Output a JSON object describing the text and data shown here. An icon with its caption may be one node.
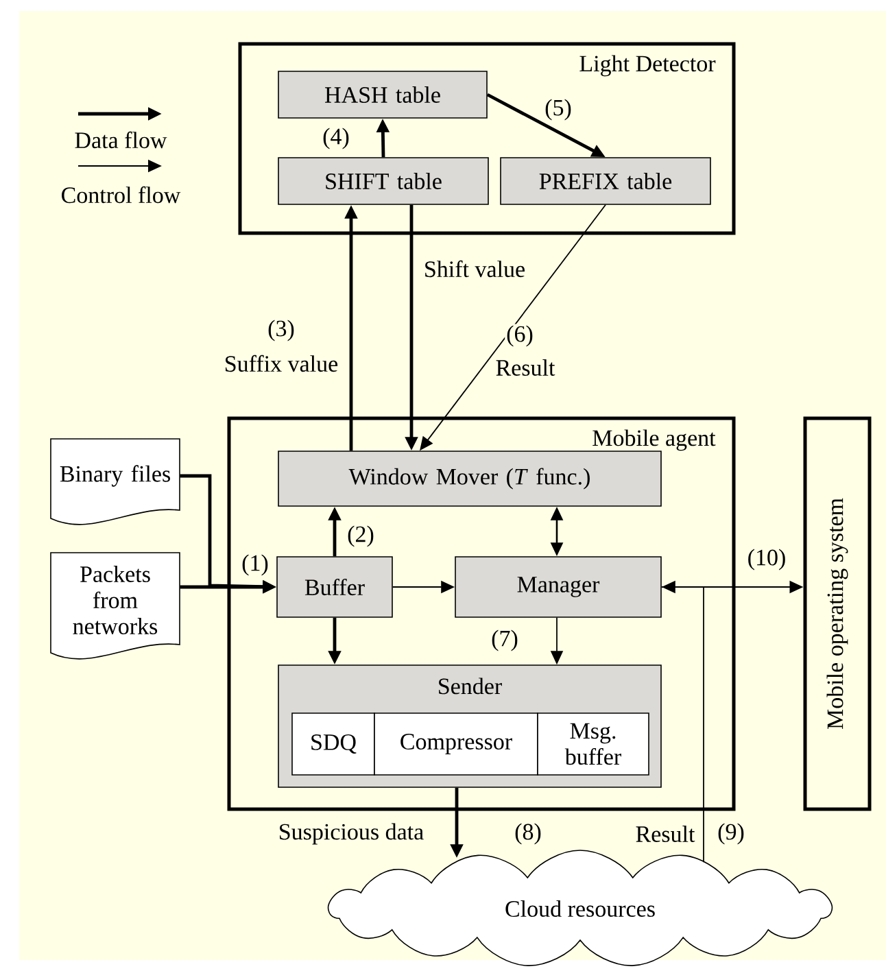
{
  "diagram": {
    "nodes": [
      {
        "text": [
          "Light Detector"
        ]
      },
      {
        "text": [
          "HASH table"
        ],
        "in": 0
      },
      {
        "text": [
          "SHIFT table"
        ],
        "in": 0
      },
      {
        "text": [
          "PREFIX table"
        ],
        "in": 0
      },
      {
        "text": [
          "Mobile agent"
        ]
      },
      {
        "text": [
          "Window Mover (*T* func.)"
        ],
        "in": 4
      },
      {
        "text": [
          "Buffer"
        ],
        "in": 4
      },
      {
        "text": [
          "Manager"
        ],
        "in": 4
      },
      {
        "text": [
          "Sender"
        ],
        "in": 4
      },
      {
        "text": [
          "SDQ"
        ],
        "in": 8
      },
      {
        "text": [
          "Compressor"
        ],
        "in": 8
      },
      {
        "text": [
          "Msg. buffer"
        ],
        "in": 8
      },
      {
        "text": [
          "Binary files"
        ]
      },
      {
        "text": [
          "Packets from networks"
        ]
      },
      {
        "text": [
          "Mobile operating system"
        ]
      },
      {
        "text": [
          "Cloud resources"
        ]
      }
    ],
    "edges": [
      {
        "from": 2,
        "to": 1,
        "arrow": "to",
        "label": "(4)"
      },
      {
        "from": 1,
        "to": 3,
        "arrow": "to",
        "label": "(5)"
      },
      {
        "from": 5,
        "to": 2,
        "arrow": "to",
        "label": "Suffix value"
      },
      {
        "from": 2,
        "to": 5,
        "arrow": "to",
        "label": "Shift value"
      },
      {
        "from": 3,
        "to": 5,
        "arrow": "to",
        "label": "Result"
      },
      {
        "from": 12,
        "to": 6,
        "arrow": "to",
        "label": "(1)"
      },
      {
        "from": 13,
        "to": 6,
        "arrow": "to"
      },
      {
        "from": 6,
        "to": 5,
        "arrow": "to",
        "label": "(2)"
      },
      {
        "from": 5,
        "to": 7,
        "arrow": "both"
      },
      {
        "from": 6,
        "to": 7,
        "arrow": "to"
      },
      {
        "from": 6,
        "to": 8,
        "arrow": "to"
      },
      {
        "from": 7,
        "to": 8,
        "arrow": "to",
        "label": "(7)"
      },
      {
        "from": 8,
        "to": 15,
        "arrow": "to",
        "label": "Suspicious data"
      },
      {
        "from": 7,
        "to": 14,
        "arrow": "both",
        "label": "(10)"
      },
      {
        "from": 15,
        "to": 7,
        "arrow": "none",
        "label": "Result"
      }
    ],
    "labels": [
      "(3)",
      "(6)",
      "(8)",
      "(9)"
    ],
    "legend": [
      {
        "text": "Data flow"
      },
      {
        "text": "Control flow"
      }
    ]
  }
}
